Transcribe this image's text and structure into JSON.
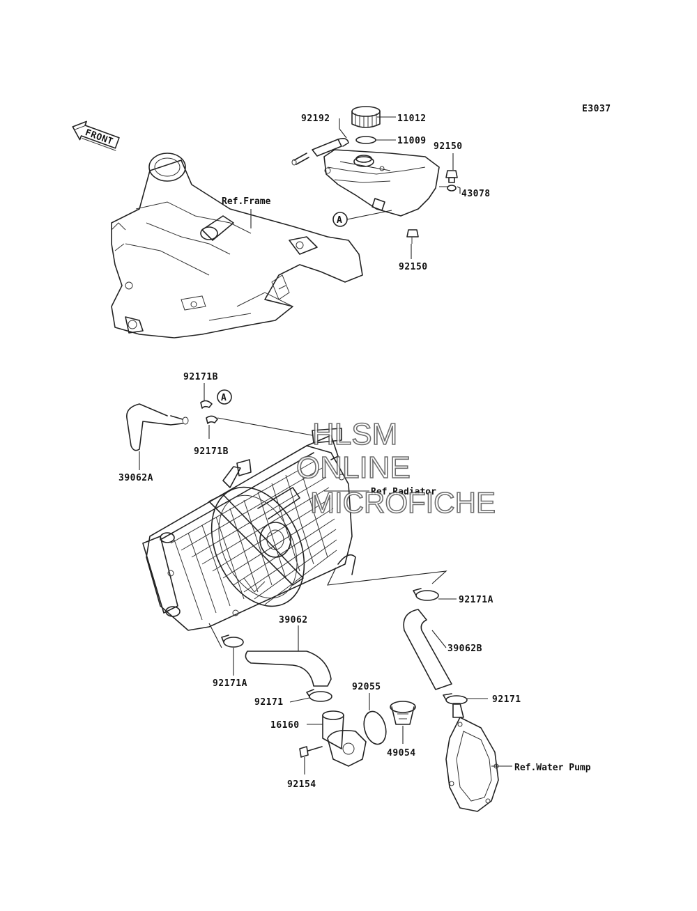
{
  "diagram_code": "E3037",
  "front_arrow": "FRONT",
  "watermark": {
    "line1": "HLSM",
    "line2": "ONLINE",
    "line3": "MICROFICHE"
  },
  "refs": {
    "frame": "Ref.Frame",
    "radiator": "Ref.Radiator",
    "water_pump": "Ref.Water Pump"
  },
  "callout": "A",
  "parts": {
    "p11012": "11012",
    "p11009": "11009",
    "p92192": "92192",
    "p92150_top": "92150",
    "p43078": "43078",
    "p92150_bottom": "92150",
    "p92171B_top": "92171B",
    "p92171B_bottom": "92171B",
    "p39062A": "39062A",
    "p92171A_right": "92171A",
    "p39062": "39062",
    "p39062B": "39062B",
    "p92171A_left": "92171A",
    "p92055": "92055",
    "p92171_left": "92171",
    "p92171_right": "92171",
    "p16160": "16160",
    "p49054": "49054",
    "p92154": "92154"
  }
}
